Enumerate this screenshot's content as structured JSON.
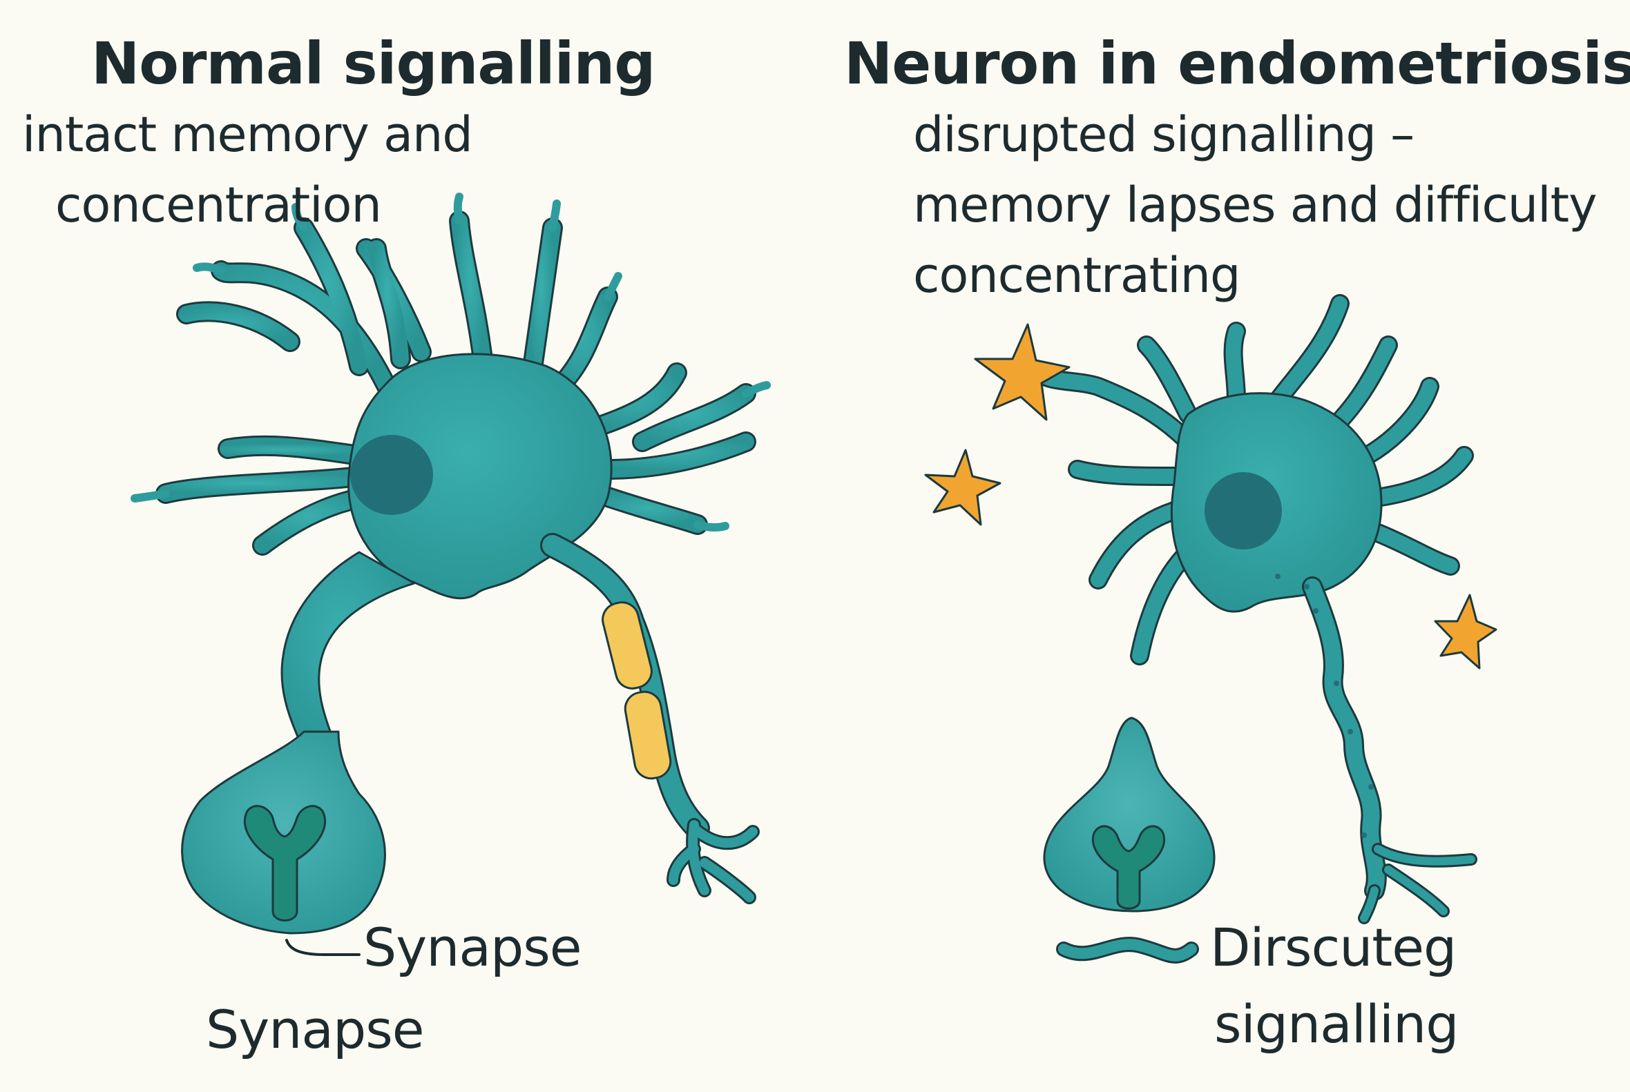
{
  "left_panel": {
    "title": "Normal signalling",
    "subtitle_line1": "intact memory and",
    "subtitle_line2": "concentration",
    "synapse_callout": "Synapse",
    "synapse_caption": "Synapse"
  },
  "right_panel": {
    "title": "Neuron in endometriosis",
    "subtitle_line1": "disrupted signalling –",
    "subtitle_line2": "memory lapses and difficulty",
    "subtitle_line3": "concentrating",
    "signal_label_line1": "Dirscuteg",
    "signal_label_line2": "signalling"
  },
  "colors": {
    "background": "#fbfaf3",
    "neuron_teal": "#2e9c9c",
    "nucleus": "#236f78",
    "receptor": "#1f8a78",
    "myelin": "#f4c85a",
    "inflammation_star": "#f2a431",
    "outline": "#1d3a3e",
    "text": "#1d2b2e"
  }
}
